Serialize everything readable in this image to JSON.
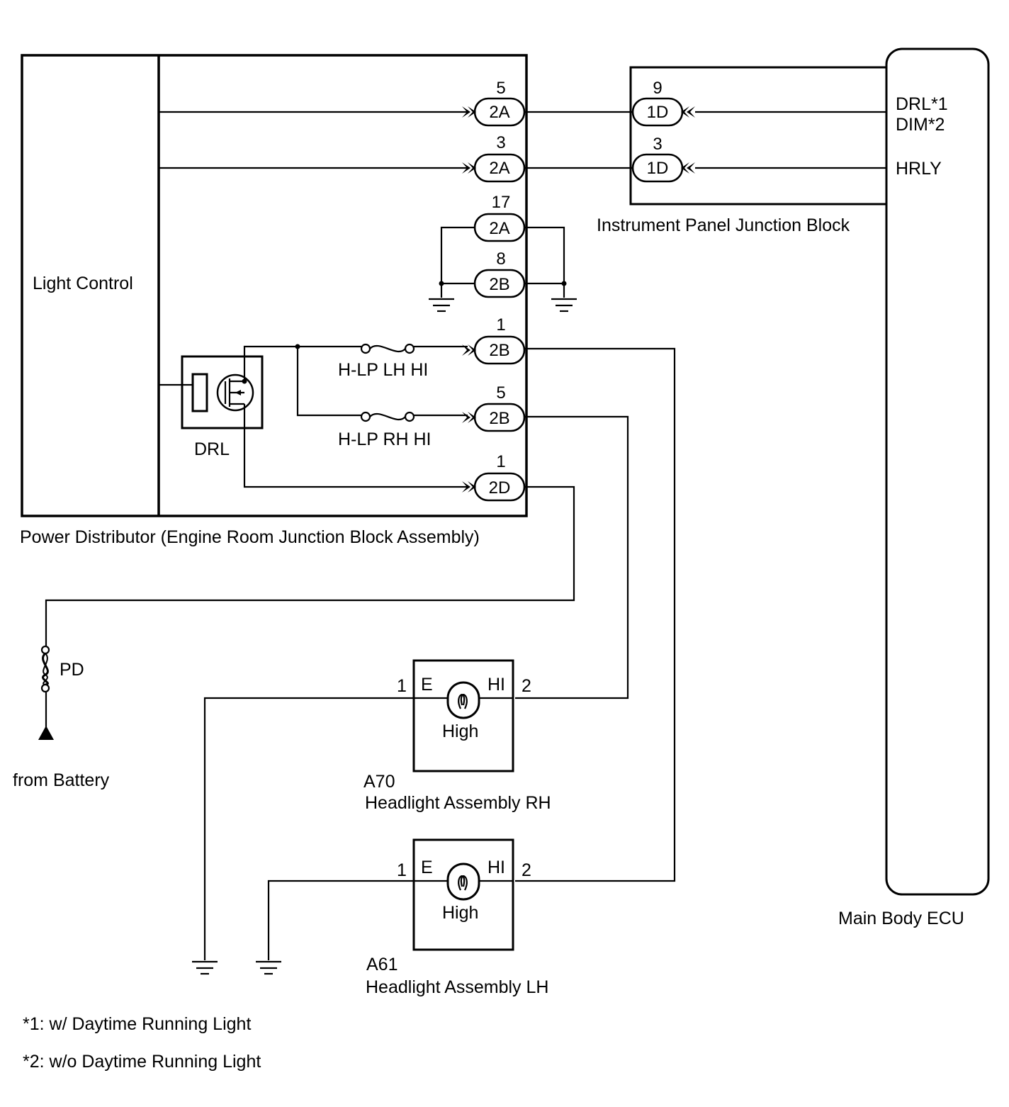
{
  "power_distributor": {
    "title": "Power Distributor (Engine Room Junction Block Assembly)",
    "light_control_label": "Light Control",
    "drl_label": "DRL",
    "fuse_lh_label": "H-LP LH HI",
    "fuse_rh_label": "H-LP RH HI"
  },
  "connectors": [
    {
      "pin": "5",
      "id": "2A"
    },
    {
      "pin": "3",
      "id": "2A"
    },
    {
      "pin": "17",
      "id": "2A"
    },
    {
      "pin": "8",
      "id": "2B"
    },
    {
      "pin": "1",
      "id": "2B"
    },
    {
      "pin": "5",
      "id": "2B"
    },
    {
      "pin": "1",
      "id": "2D"
    }
  ],
  "instrument_panel_jb": {
    "title": "Instrument Panel Junction Block",
    "connectors": [
      {
        "pin": "9",
        "id": "1D"
      },
      {
        "pin": "3",
        "id": "1D"
      }
    ]
  },
  "main_body_ecu": {
    "title": "Main Body ECU",
    "terminal_drl": "DRL*1",
    "terminal_dim": "DIM*2",
    "terminal_hrly": "HRLY"
  },
  "fuse_pd": {
    "label": "PD"
  },
  "battery": {
    "label": "from Battery"
  },
  "headlight_rh": {
    "code": "A70",
    "name": "Headlight Assembly RH",
    "pin_e": "1",
    "pin_hi": "2",
    "e_label": "E",
    "hi_label": "HI",
    "bulb_label": "High"
  },
  "headlight_lh": {
    "code": "A61",
    "name": "Headlight Assembly LH",
    "pin_e": "1",
    "pin_hi": "2",
    "e_label": "E",
    "hi_label": "HI",
    "bulb_label": "High"
  },
  "notes": [
    "*1: w/ Daytime Running Light",
    "*2: w/o Daytime Running Light"
  ]
}
